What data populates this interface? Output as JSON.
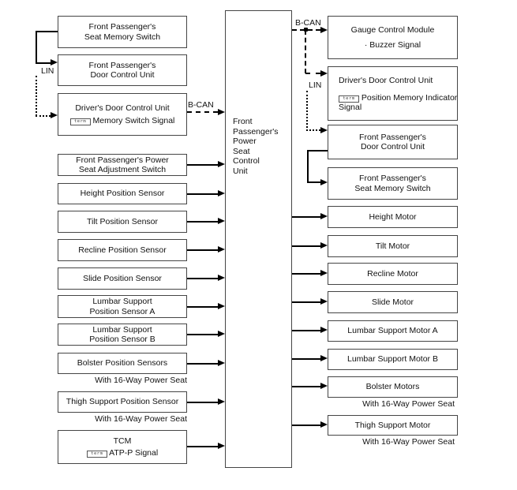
{
  "buses": {
    "b_can_left": "B-CAN",
    "lin_left": "LIN",
    "b_can_right": "B-CAN",
    "lin_right": "LIN"
  },
  "terminal_icon_text": "term",
  "center_unit": {
    "lines": [
      "Front",
      "Passenger's",
      "Power",
      "Seat",
      "Control",
      "Unit"
    ]
  },
  "left_column": [
    {
      "lines": [
        "Front Passenger's",
        "Seat Memory Switch"
      ]
    },
    {
      "lines": [
        "Front Passenger's",
        "Door Control Unit"
      ]
    },
    {
      "title": "Driver's Door Control Unit",
      "signal": "Memory Switch Signal"
    },
    {
      "lines": [
        "Front Passenger's Power",
        "Seat Adjustment Switch"
      ]
    },
    {
      "title": "Height Position Sensor"
    },
    {
      "title": "Tilt Position Sensor"
    },
    {
      "title": "Recline Position Sensor"
    },
    {
      "title": "Slide Position Sensor"
    },
    {
      "lines": [
        "Lumbar Support",
        "Position Sensor A"
      ]
    },
    {
      "lines": [
        "Lumbar Support",
        "Position Sensor B"
      ]
    },
    {
      "title": "Bolster Position Sensors",
      "caption": "With 16-Way Power Seat"
    },
    {
      "title": "Thigh Support Position Sensor",
      "caption": "With 16-Way Power Seat"
    },
    {
      "title": "TCM",
      "signal": "ATP-P Signal"
    }
  ],
  "right_column": [
    {
      "title": "Gauge Control Module",
      "signal": "· Buzzer Signal"
    },
    {
      "title": "Driver's Door Control Unit",
      "signal": "Position Memory Indicator Signal"
    },
    {
      "lines": [
        "Front Passenger's",
        "Door Control Unit"
      ]
    },
    {
      "lines": [
        "Front Passenger's",
        "Seat Memory Switch"
      ]
    },
    {
      "title": "Height Motor"
    },
    {
      "title": "Tilt Motor"
    },
    {
      "title": "Recline Motor"
    },
    {
      "title": "Slide Motor"
    },
    {
      "title": "Lumbar Support Motor A"
    },
    {
      "title": "Lumbar Support Motor B"
    },
    {
      "title": "Bolster Motors",
      "caption": "With 16-Way Power Seat"
    },
    {
      "title": "Thigh Support Motor",
      "caption": "With 16-Way Power Seat"
    }
  ]
}
